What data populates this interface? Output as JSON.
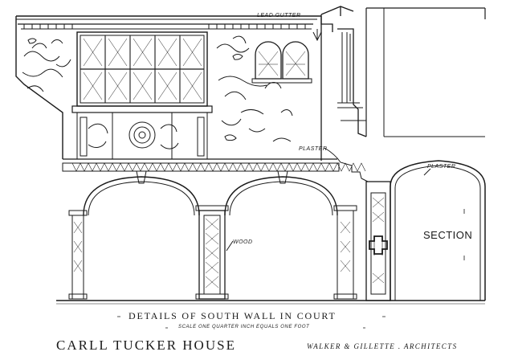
{
  "labels": {
    "lead_gutter": "LEAD GUTTER",
    "plaster_wall": "PLASTER",
    "plaster_section": "PLASTER",
    "wood": "WOOD",
    "section": "SECTION"
  },
  "caption": {
    "title": "DETAILS OF SOUTH WALL IN COURT",
    "scale": "SCALE ONE QUARTER INCH EQUALS ONE FOOT"
  },
  "footer": {
    "house_name": "CARLL TUCKER HOUSE",
    "architects": "WALKER & GILLETTE . ARCHITECTS"
  }
}
